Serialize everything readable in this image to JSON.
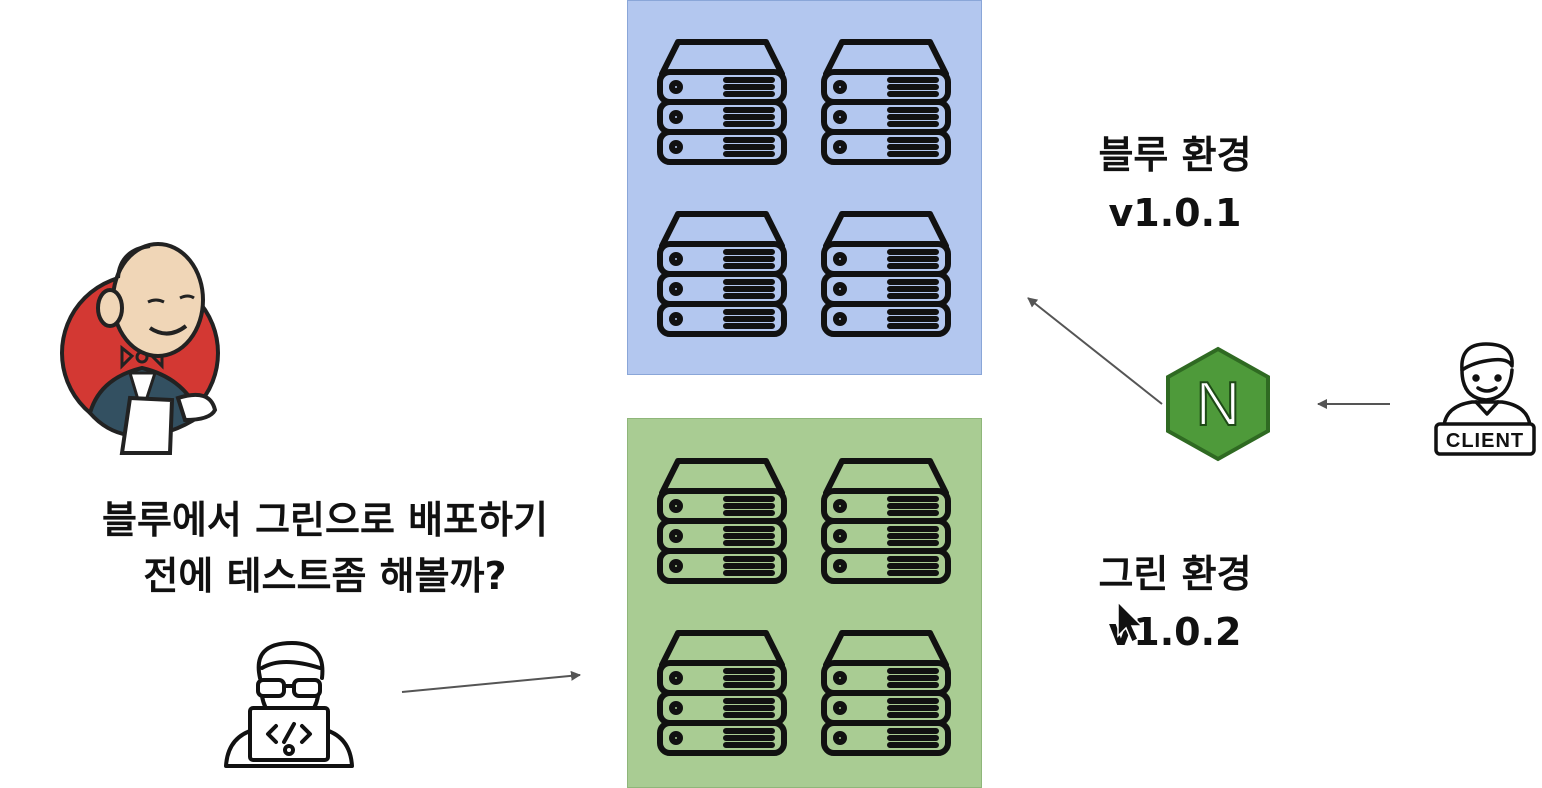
{
  "question": {
    "line1": "블루에서 그린으로 배포하기",
    "line2": "전에 테스트좀 해볼까?"
  },
  "blue_env": {
    "title": "블루 환경",
    "version": "v1.0.1",
    "color": "#b3c7ef"
  },
  "green_env": {
    "title": "그린 환경",
    "version": "v1.0.2",
    "color": "#a9cc93"
  },
  "nginx": {
    "letter": "N",
    "color": "#4e9a3a"
  },
  "client": {
    "label": "CLIENT"
  },
  "icons": [
    "jenkins-butler-icon",
    "developer-laptop-icon",
    "server-rack-icon",
    "nginx-icon",
    "client-person-icon",
    "mouse-cursor-icon"
  ]
}
